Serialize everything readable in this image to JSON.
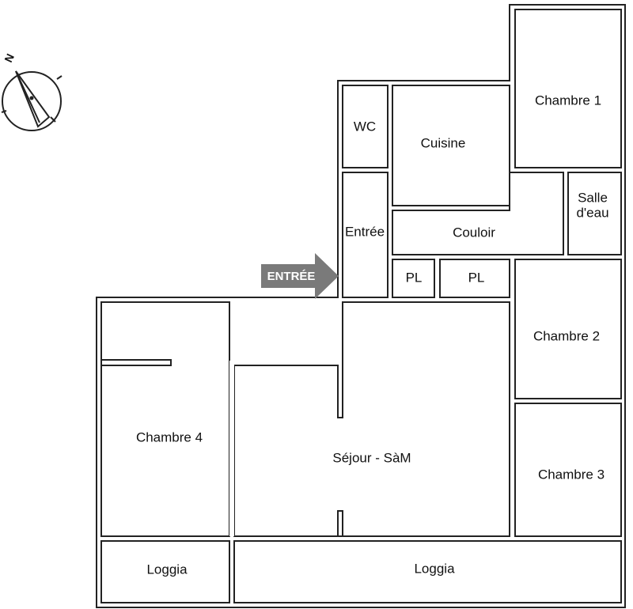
{
  "compass": {
    "north_label": "N",
    "icon": "compass-icon"
  },
  "entrance": {
    "label": "ENTRÉE",
    "color": "#7a7a7a"
  },
  "rooms": {
    "wc": "WC",
    "cuisine": "Cuisine",
    "chambre1": "Chambre 1",
    "entree": "Entrée",
    "couloir": "Couloir",
    "salle_eau_line1": "Salle",
    "salle_eau_line2": "d'eau",
    "pl1": "PL",
    "pl2": "PL",
    "chambre2": "Chambre 2",
    "chambre3": "Chambre 3",
    "chambre4": "Chambre 4",
    "sejour": "Séjour - SàM",
    "loggia1": "Loggia",
    "loggia2": "Loggia"
  }
}
